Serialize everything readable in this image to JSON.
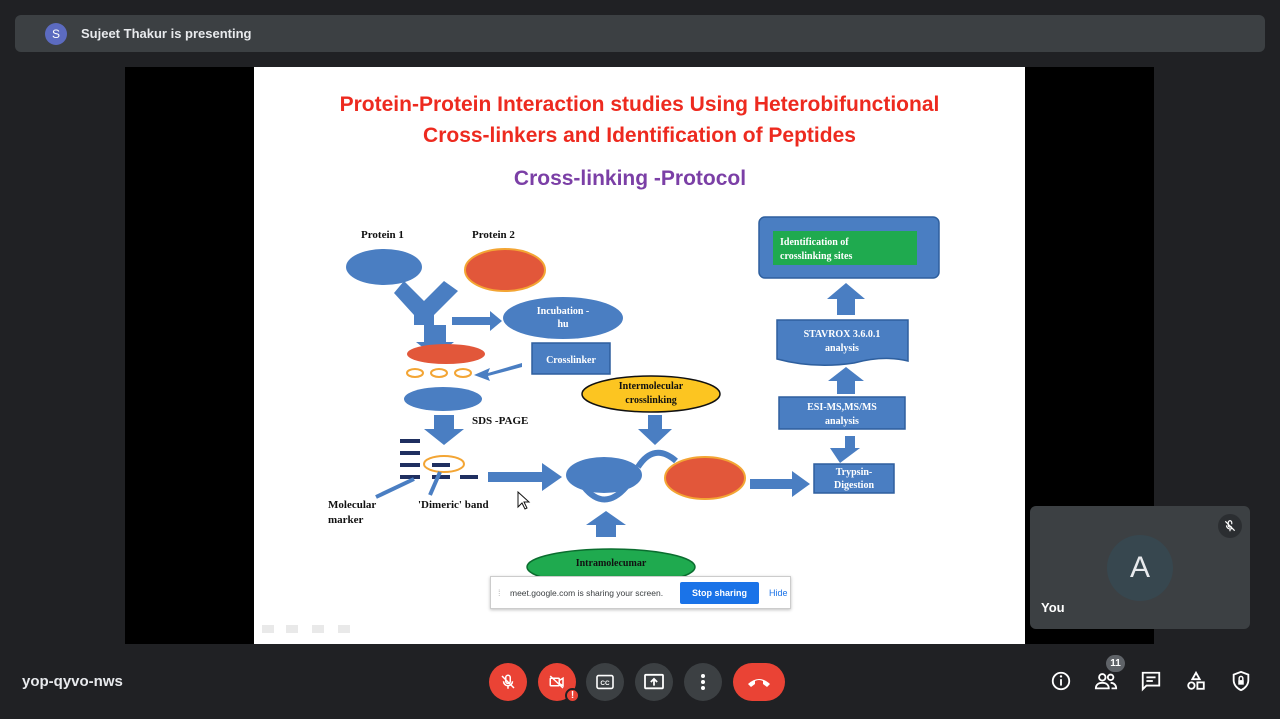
{
  "banner": {
    "avatar_letter": "S",
    "presenter_text": "Sujeet Thakur is presenting"
  },
  "slide": {
    "title_line1": "Protein-Protein Interaction studies Using Heterobifunctional",
    "title_line2": "Cross-linkers and Identification of Peptides",
    "subtitle": "Cross-linking -Protocol",
    "labels": {
      "protein1": "Protein 1",
      "protein2": "Protein 2",
      "incubation_l1": "Incubation -",
      "incubation_l2": "hu",
      "crosslinker": "Crosslinker",
      "sds_page": "SDS -PAGE",
      "intermolecular_l1": "Intermolecular",
      "intermolecular_l2": "crosslinking",
      "molecular_marker_l1": "Molecular",
      "molecular_marker_l2": "marker",
      "dimeric_band": "'Dimeric' band",
      "intramolecular": "Intramolecumar",
      "identification_l1": "Identification of",
      "identification_l2": "crosslinking sites",
      "stavrox_l1": "STAVROX 3.6.0.1",
      "stavrox_l2": "analysis",
      "esi_l1": "ESI-MS,MS/MS",
      "esi_l2": "analysis",
      "trypsin_l1": "Trypsin-",
      "trypsin_l2": "Digestion"
    }
  },
  "share_bar": {
    "message": "meet.google.com is sharing your screen.",
    "stop_label": "Stop sharing",
    "hide_label": "Hide"
  },
  "self_tile": {
    "avatar_letter": "A",
    "name": "You"
  },
  "meeting_code": "yop-qyvo-nws",
  "participants_count": "11",
  "icons": {
    "mic": "mic-off-icon",
    "camera": "camera-off-icon",
    "captions": "captions-icon",
    "present": "present-screen-icon",
    "more": "more-vert-icon",
    "end_call": "call-end-icon",
    "info": "info-icon",
    "people": "people-icon",
    "chat": "chat-icon",
    "activities": "activities-icon",
    "host_controls": "host-controls-icon"
  },
  "colors": {
    "title_red": "#ed2a1f",
    "subtitle_purple": "#7b3fa6",
    "shape_blue": "#4a7ec2",
    "protein_orange": "#e2573a",
    "end_call_red": "#ea4335",
    "stop_sharing_blue": "#1a73e8"
  }
}
